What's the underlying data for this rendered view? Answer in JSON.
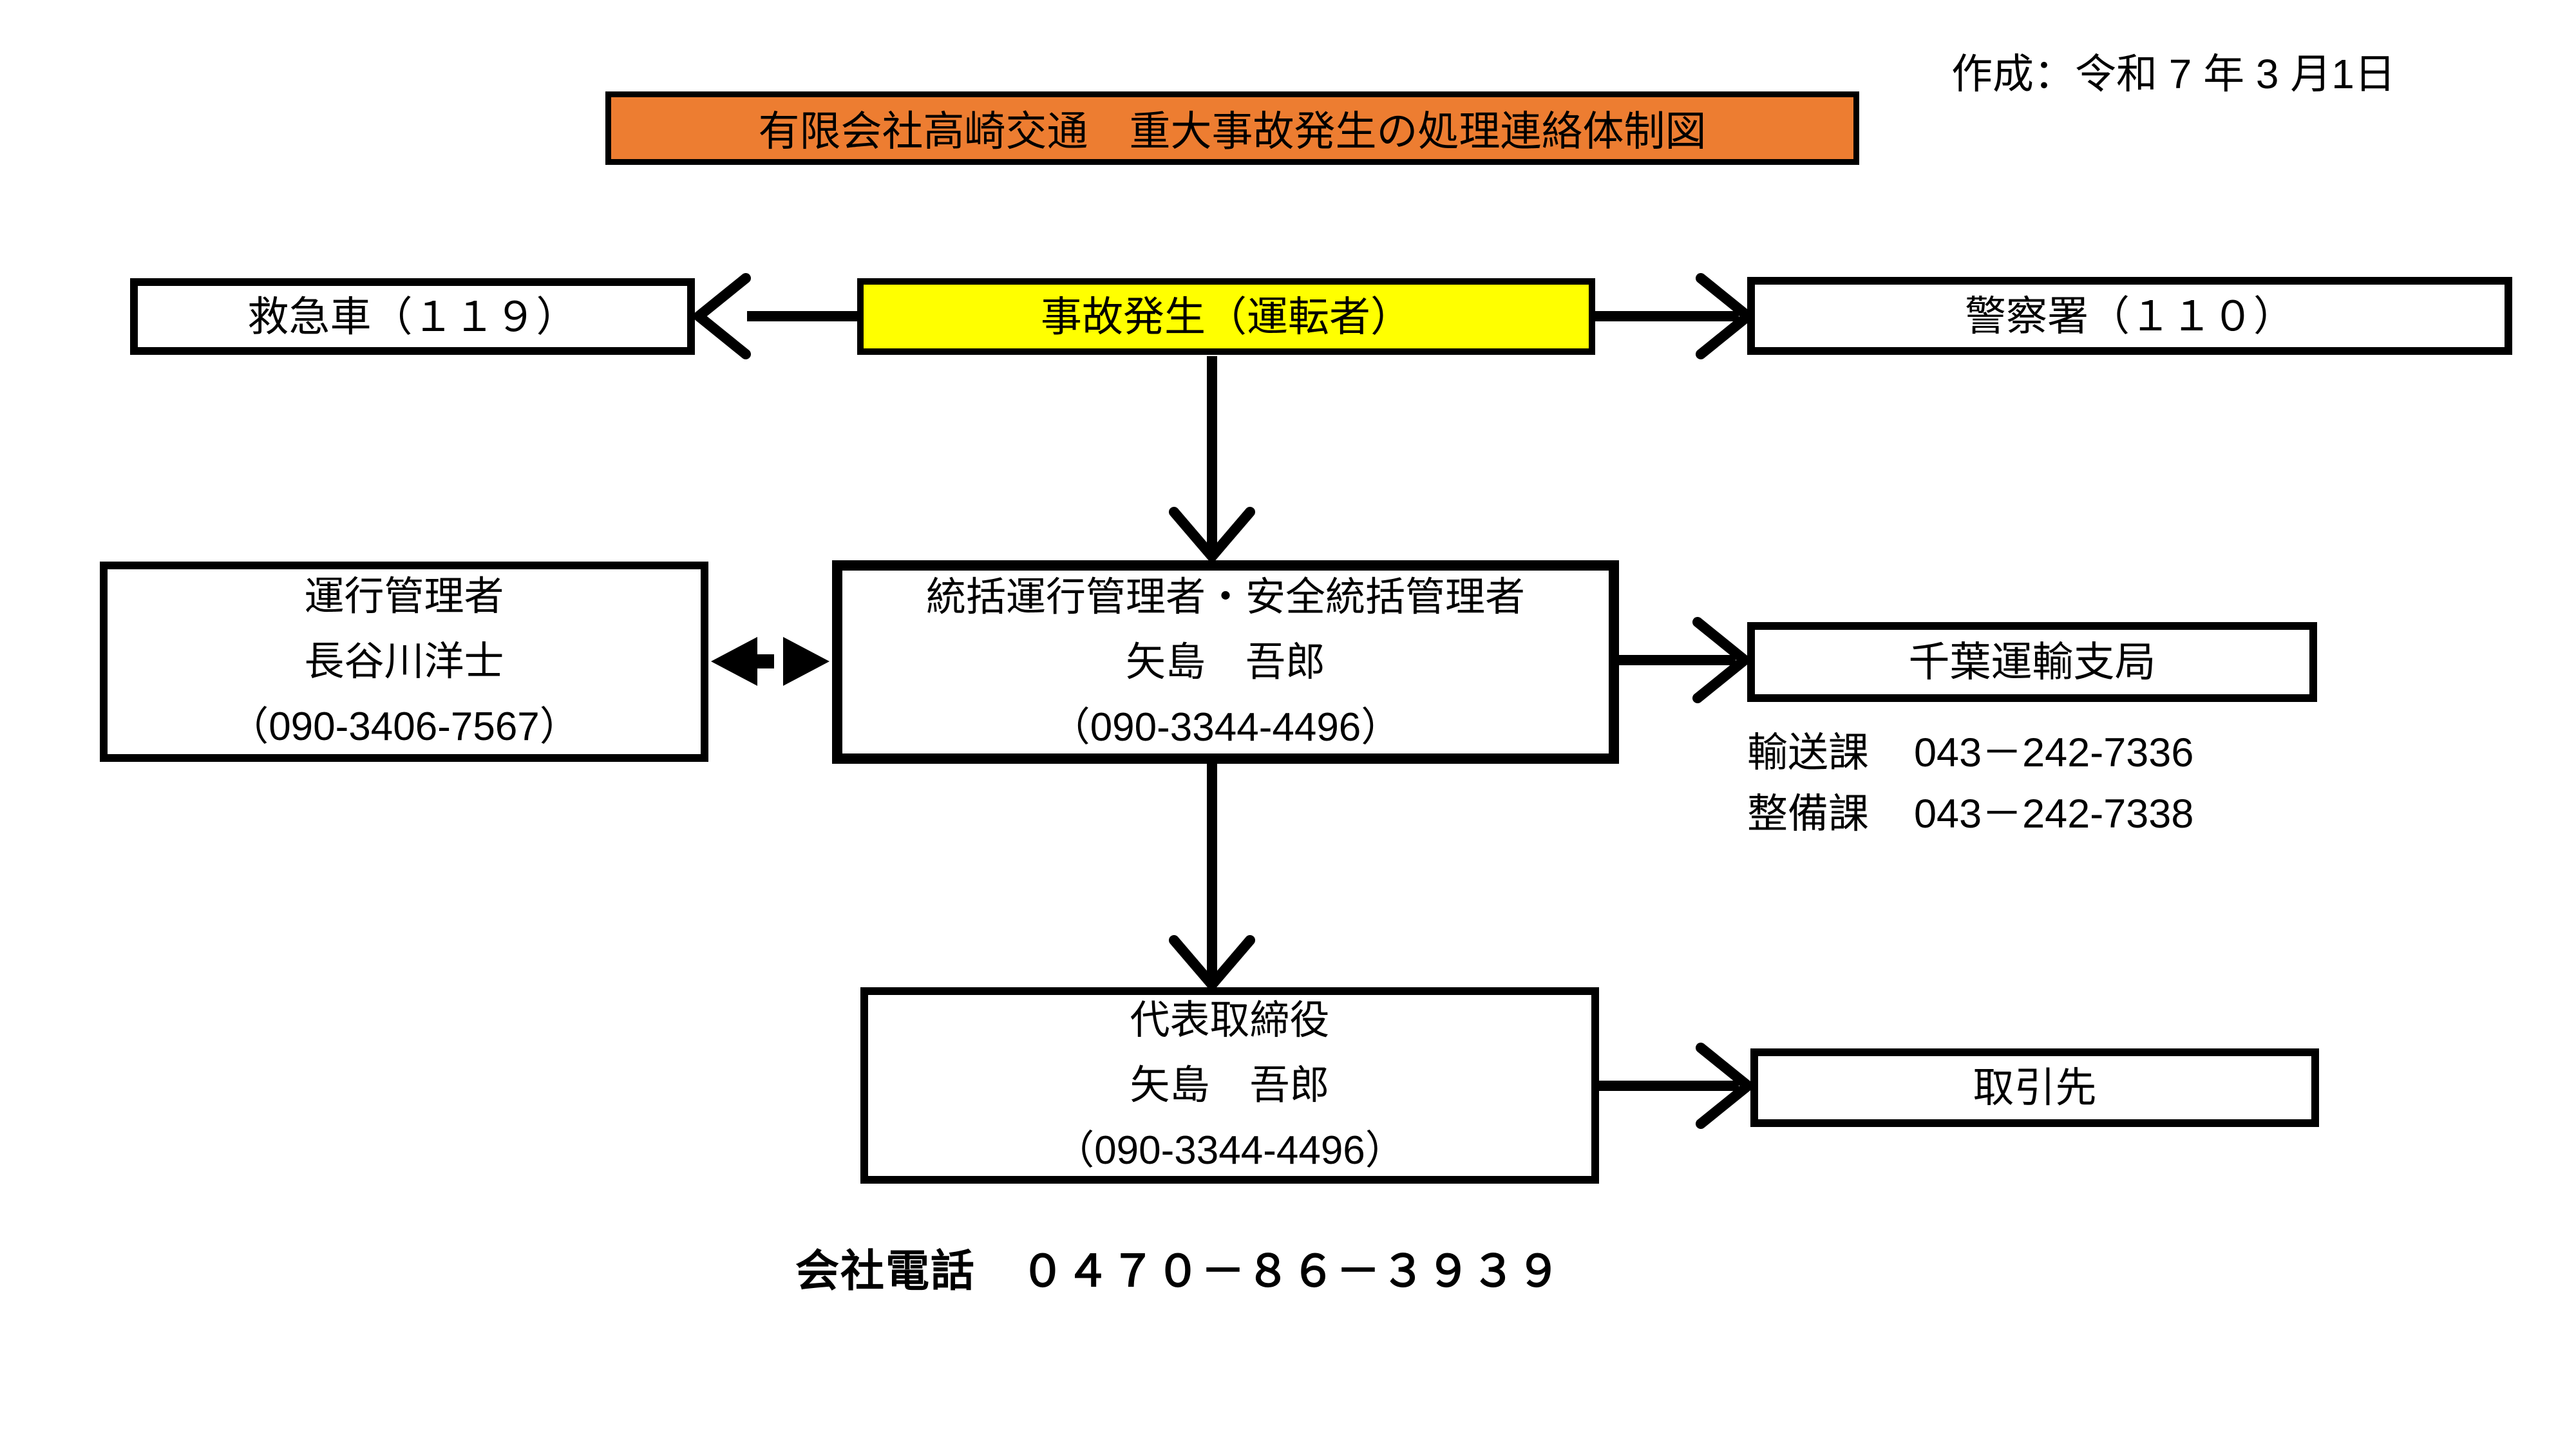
{
  "meta": {
    "created_label": "作成：令和 7 年 3 月1日"
  },
  "title": {
    "text": "有限会社高崎交通　重大事故発生の処理連絡体制図",
    "bg": "#ED7D31"
  },
  "colors": {
    "accent_orange": "#ED7D31",
    "highlight_yellow": "#FFFF00",
    "line_black": "#000000"
  },
  "nodes": {
    "accident": {
      "text": "事故発生（運転者）",
      "bg": "#FFFF00"
    },
    "ambulance": {
      "text": "救急車（１１９）"
    },
    "police": {
      "text": "警察署（１１０）"
    },
    "operation_manager": {
      "lines": [
        "運行管理者",
        "長谷川洋士",
        "（090-3406-7567）"
      ]
    },
    "chief_manager": {
      "lines": [
        "統括運行管理者・安全統括管理者",
        "矢島　吾郎",
        "（090-3344-4496）"
      ]
    },
    "chiba_branch": {
      "text": "千葉運輸支局",
      "contacts": [
        {
          "label": "輸送課",
          "phone": "043－242-7336"
        },
        {
          "label": "整備課",
          "phone": "043－242-7338"
        }
      ]
    },
    "president": {
      "lines": [
        "代表取締役",
        "矢島　吾郎",
        "（090-3344-4496）"
      ]
    },
    "clients": {
      "text": "取引先"
    }
  },
  "footer": {
    "company_phone": "会社電話　０４７０－８６－３９３９"
  }
}
